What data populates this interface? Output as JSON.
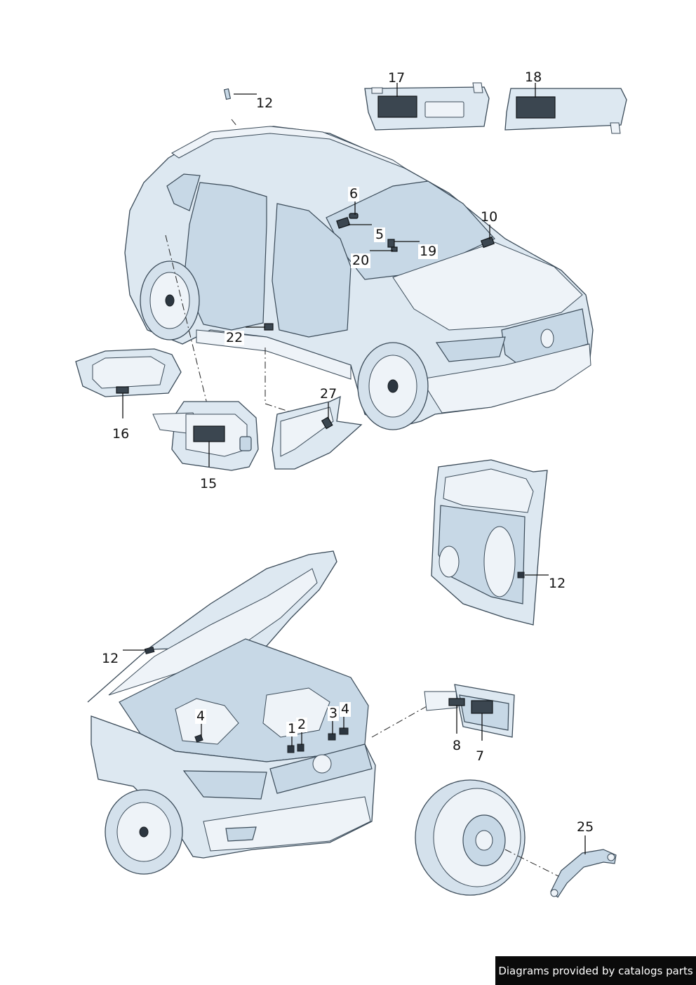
{
  "callouts": {
    "c12_top": "12",
    "c17": "17",
    "c18": "18",
    "c6": "6",
    "c5": "5",
    "c19": "19",
    "c20": "20",
    "c10": "10",
    "c22": "22",
    "c16": "16",
    "c15": "15",
    "c27": "27",
    "c12_door": "12",
    "c12_hood": "12",
    "c4_left": "4",
    "c1": "1",
    "c2": "2",
    "c3": "3",
    "c4_right": "4",
    "c8": "8",
    "c7": "7",
    "c25": "25"
  },
  "footer": {
    "text": "Diagrams provided by catalogs parts"
  },
  "colors": {
    "part_fill": "#dde8f1",
    "part_outline": "#3a4a58",
    "label_patch": "#3b4650",
    "footer_bg": "#0a0a0a"
  }
}
